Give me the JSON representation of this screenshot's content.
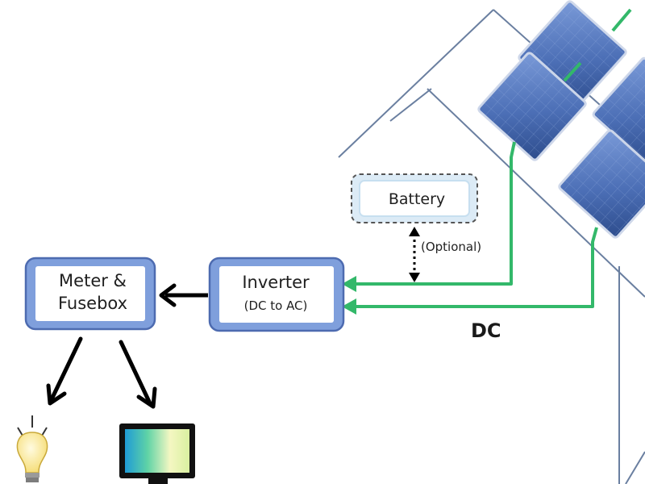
{
  "boxes": {
    "meter": "Meter &\nFusebox",
    "inverter_title": "Inverter",
    "inverter_subtitle": "(DC to AC)",
    "battery": "Battery"
  },
  "labels": {
    "optional": "(Optional)",
    "dc": "DC"
  },
  "colors": {
    "box_fill": "#7f9fdc",
    "box_border": "#4d6bb0",
    "box_inner": "#ffffff",
    "dc_wire": "#33b86a",
    "arrow": "#000000",
    "roof_line": "#6a7fa0",
    "panel_light": "#6d8fd0",
    "panel_dark": "#2e4f8f"
  },
  "icons": {
    "bulb": "lightbulb-icon",
    "tv": "television-icon"
  }
}
